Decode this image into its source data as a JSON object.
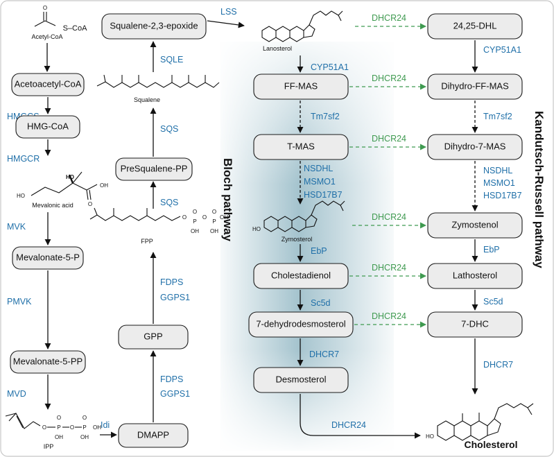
{
  "nodes": {
    "acetoacetyl_coa": "Acetoacetyl-CoA",
    "hmg_coa": "HMG-CoA",
    "mevalonate_5p": "Mevalonate-5-P",
    "mevalonate_5pp": "Mevalonate-5-PP",
    "dmapp": "DMAPP",
    "gpp": "GPP",
    "presqualene_pp": "PreSqualene-PP",
    "squalene_epoxide": "Squalene-2,3-epoxide",
    "ff_mas": "FF-MAS",
    "t_mas": "T-MAS",
    "cholestadienol": "Cholestadienol",
    "dehydrodesmosterol": "7-dehydrodesmosterol",
    "desmosterol": "Desmosterol",
    "dhl": "24,25-DHL",
    "dihydro_ff_mas": "Dihydro-FF-MAS",
    "dihydro_7_mas": "Dihydro-7-MAS",
    "zymostenol": "Zymostenol",
    "lathosterol": "Lathosterol",
    "dhc": "7-DHC"
  },
  "molecules": {
    "acetyl_coa": "Acetyl-CoA",
    "acetyl_coa_group": "S–CoA",
    "mevalonic_acid": "Mevalonic acid",
    "ipp": "IPP",
    "fpp": "FPP",
    "squalene": "Squalene",
    "lanosterol": "Lanosterol",
    "zymosterol": "Zymosterol",
    "cholesterol": "Cholesterol"
  },
  "atoms": {
    "o": "O",
    "oh": "OH",
    "p": "P",
    "ho": "HO"
  },
  "enzymes": {
    "hmgcs": "HMGCS",
    "hmgcr": "HMGCR",
    "mvk": "MVK",
    "pmvk": "PMVK",
    "mvd": "MVD",
    "idi": "Idi",
    "fdps": "FDPS",
    "ggps1": "GGPS1",
    "sqs": "SQS",
    "sqle": "SQLE",
    "lss": "LSS",
    "cyp51a1": "CYP51A1",
    "tm7sf2": "Tm7sf2",
    "nsdhl": "NSDHL",
    "msmo1": "MSMO1",
    "hsd17b7": "HSD17B7",
    "ebp": "EbP",
    "sc5d": "Sc5d",
    "dhcr7": "DHCR7",
    "dhcr24": "DHCR24"
  },
  "pathways": {
    "bloch": "Bloch pathway",
    "kandutsch_russell": "Kandutsch-Russell pathway"
  },
  "colors": {
    "enzyme_blue": "#1f6fa8",
    "dhcr24_green": "#3f9a50",
    "node_fill": "#ececec",
    "bloch_band": "#5b93a6"
  }
}
